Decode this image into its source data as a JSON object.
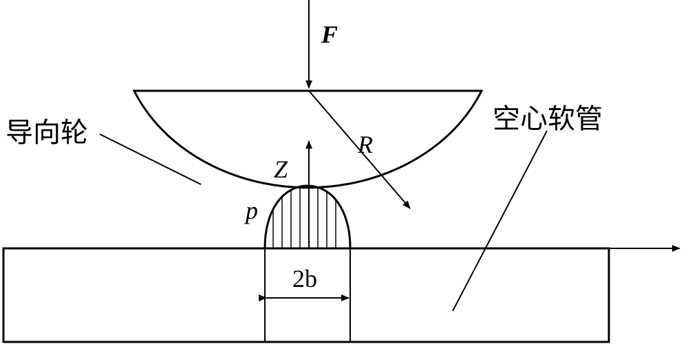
{
  "labels": {
    "force": "F",
    "radius": "R",
    "z_axis": "Z",
    "pressure": "p",
    "contact_width": "2b",
    "guide_wheel": "导向轮",
    "hollow_hose": "空心软管"
  },
  "colors": {
    "line": "#000000",
    "background": "#ffffff"
  }
}
